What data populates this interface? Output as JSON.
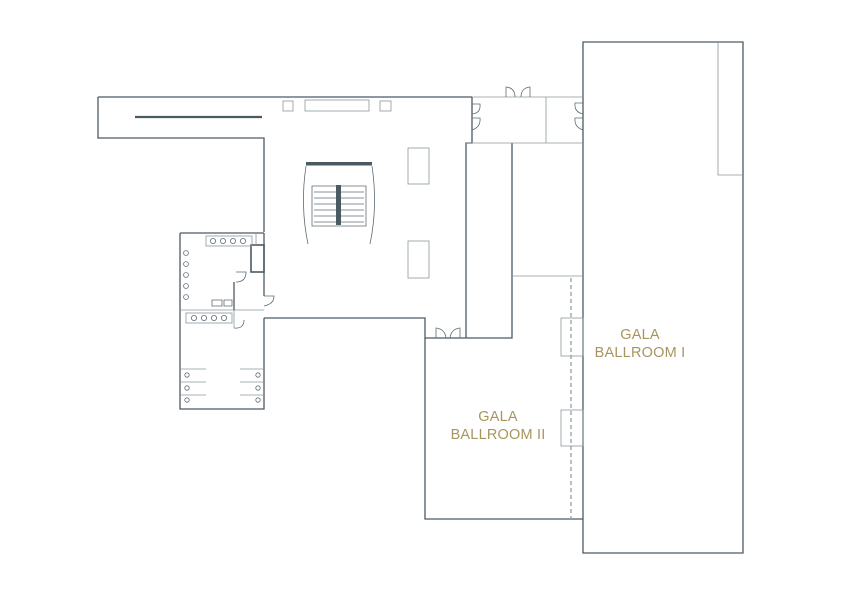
{
  "rooms": {
    "gala_ballroom_1": {
      "line1": "GALA",
      "line2": "BALLROOM I"
    },
    "gala_ballroom_2": {
      "line1": "GALA",
      "line2": "BALLROOM II"
    }
  },
  "colors": {
    "walls": "#4a5a63",
    "label": "#a8955e",
    "background": "#ffffff"
  }
}
